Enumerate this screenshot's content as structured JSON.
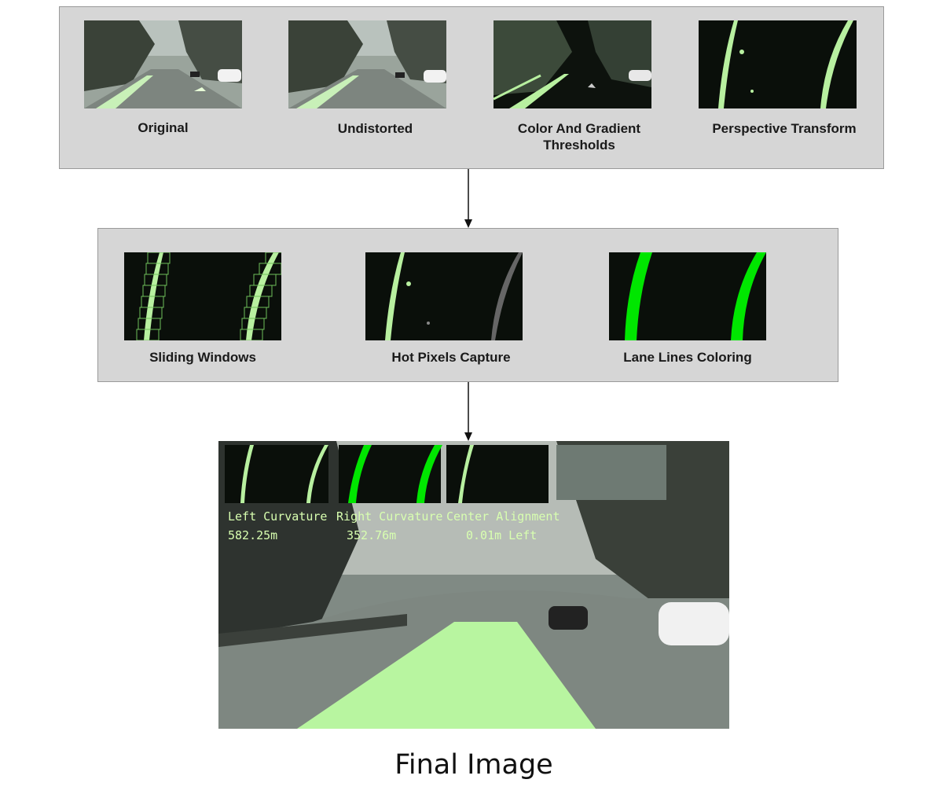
{
  "stages": {
    "top": [
      {
        "id": "original",
        "label": "Original"
      },
      {
        "id": "undistorted",
        "label": "Undistorted"
      },
      {
        "id": "thresholds",
        "label": "Color And Gradient\nThresholds"
      },
      {
        "id": "perspective",
        "label": "Perspective Transform"
      }
    ],
    "middle": [
      {
        "id": "sliding",
        "label": "Sliding Windows"
      },
      {
        "id": "hotpixels",
        "label": "Hot Pixels Capture"
      },
      {
        "id": "lanelines",
        "label": "Lane Lines Coloring"
      }
    ]
  },
  "final": {
    "caption": "Final Image",
    "hud": {
      "left_curvature_label": "Left Curvature",
      "left_curvature_value": "582.25m",
      "right_curvature_label": "Right Curvature",
      "right_curvature_value": "352.76m",
      "center_alignment_label": "Center Alignment",
      "center_alignment_value": "0.01m Left"
    }
  },
  "colors": {
    "panel_bg": "#d6d6d6",
    "lane_green": "#00e600",
    "overlay_green": "#b8f5a0",
    "hud_text": "#d8ffb0"
  }
}
